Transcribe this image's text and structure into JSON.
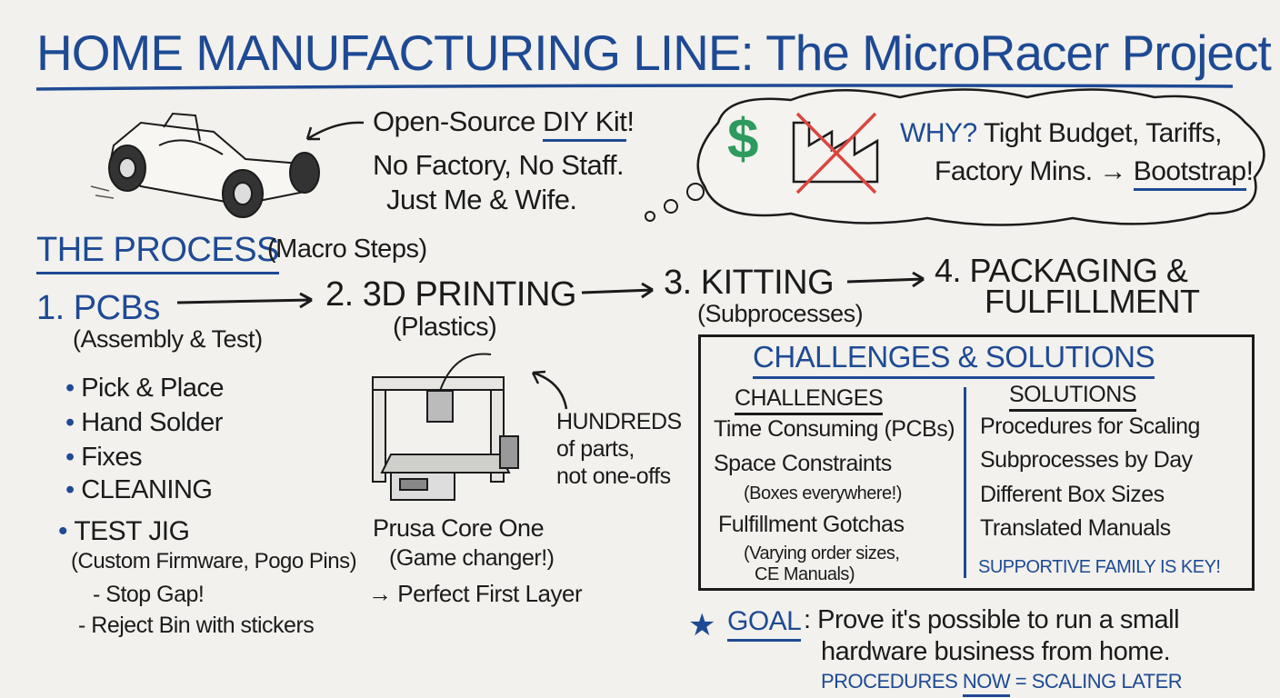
{
  "title": "HOME MANUFACTURING LINE: The MicroRacer Project",
  "intro": {
    "kit_prefix": "Open-Source ",
    "kit_highlight": "DIY Kit",
    "kit_suffix": "!",
    "line2": "No Factory, No Staff.",
    "line3": "Just Me & Wife."
  },
  "why": {
    "label": "WHY?",
    "line1": "Tight Budget, Tariffs,",
    "line2_prefix": "Factory Mins. → ",
    "line2_highlight": "Bootstrap",
    "line2_suffix": "!",
    "dollar": "$"
  },
  "process": {
    "heading": "THE PROCESS",
    "subheading": "(Macro Steps)",
    "steps": [
      {
        "label": "1. PCBs",
        "sub": "(Assembly & Test)"
      },
      {
        "label": "2. 3D PRINTING",
        "sub": "(Plastics)"
      },
      {
        "label": "3. KITTING",
        "sub": "(Subprocesses)"
      },
      {
        "label": "4. PACKAGING &",
        "label2": "FULFILLMENT"
      }
    ]
  },
  "pcb": {
    "bullets": [
      "Pick & Place",
      "Hand Solder",
      "Fixes",
      "CLEANING"
    ],
    "test_jig": "TEST JIG",
    "test_jig_detail": "(Custom Firmware, Pogo Pins)",
    "sub_items": [
      "- Stop Gap!",
      "- Reject Bin with stickers"
    ]
  },
  "printing": {
    "note": [
      "HUNDREDS",
      "of parts,",
      "not one-offs"
    ],
    "printer": "Prusa Core One",
    "printer_note": "(Game changer!)",
    "benefit": "→ Perfect First Layer"
  },
  "challenges_solutions": {
    "title": "CHALLENGES & SOLUTIONS",
    "challenges_heading": "CHALLENGES",
    "solutions_heading": "SOLUTIONS",
    "challenges": [
      {
        "text": "Time Consuming (PCBs)"
      },
      {
        "text": "Space Constraints",
        "note": "(Boxes everywhere!)"
      },
      {
        "text": "Fulfillment Gotchas",
        "note": "(Varying order sizes,",
        "note2": "CE Manuals)"
      }
    ],
    "solutions": [
      "Procedures for Scaling",
      "Subprocesses by Day",
      "Different Box Sizes",
      "Translated Manuals"
    ],
    "footer": "SUPPORTIVE FAMILY IS KEY!"
  },
  "goal": {
    "label": "GOAL",
    "line1": ": Prove it's possible to run a small",
    "line2": "hardware business from home.",
    "line3_prefix": "PROCEDURES ",
    "line3_highlight": "NOW",
    "line3_suffix": " = SCALING LATER"
  },
  "colors": {
    "blue": "#1e4a94",
    "ink": "#1b1b1b",
    "green": "#2e9a5e",
    "red": "#d9463f",
    "board": "#f2f1ed"
  }
}
